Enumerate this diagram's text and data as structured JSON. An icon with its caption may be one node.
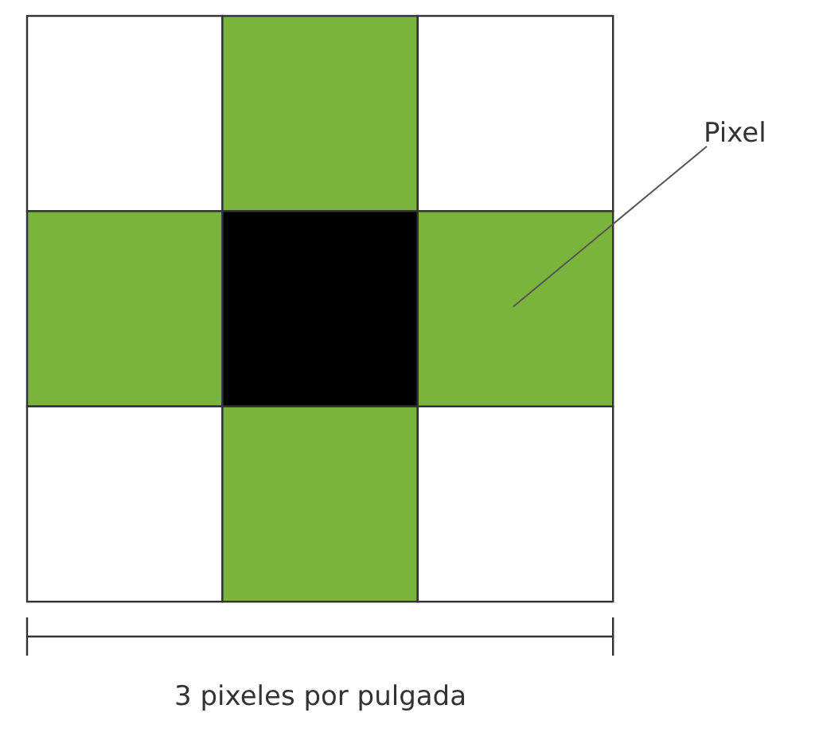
{
  "diagram": {
    "nodes": [
      {
        "text": [
          "Pixel"
        ]
      },
      {
        "text": [],
        "shape": "box"
      }
    ],
    "edges": [
      {
        "from": 0,
        "to": 1,
        "arrow": "none"
      }
    ],
    "labels": [
      "3 pixeles por pulgada"
    ]
  }
}
